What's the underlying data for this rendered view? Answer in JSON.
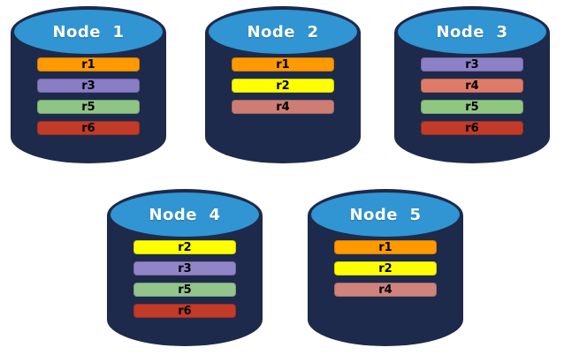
{
  "colors": {
    "background": "#FFFFFF",
    "cylinder_body": "#1D2A4B",
    "cylinder_top": "#3095D2",
    "title_text": "#FFFFFF",
    "replica_text": "#000000"
  },
  "replica_palette": {
    "r1": "#FF9900",
    "r2": "#FFFF00",
    "r3": "#8C7EC6",
    "r4": "#D27D72",
    "r5": "#90C585",
    "r6": "#C23A28"
  },
  "nodes": [
    {
      "name": "Node  1",
      "replicas": [
        {
          "label": "r1",
          "color": "#FF9900"
        },
        {
          "label": "r3",
          "color": "#8A7CC5"
        },
        {
          "label": "r5",
          "color": "#8FC584"
        },
        {
          "label": "r6",
          "color": "#C23A28"
        }
      ]
    },
    {
      "name": "Node  2",
      "replicas": [
        {
          "label": "r1",
          "color": "#FF9900"
        },
        {
          "label": "r2",
          "color": "#FFFF00"
        },
        {
          "label": "r4",
          "color": "#CE7D74"
        }
      ]
    },
    {
      "name": "Node  3",
      "replicas": [
        {
          "label": "r3",
          "color": "#8E80C6"
        },
        {
          "label": "r4",
          "color": "#E07A68"
        },
        {
          "label": "r5",
          "color": "#8FC780"
        },
        {
          "label": "r6",
          "color": "#C23A28"
        }
      ]
    },
    {
      "name": "Node  4",
      "replicas": [
        {
          "label": "r2",
          "color": "#FFFF00"
        },
        {
          "label": "r3",
          "color": "#9184C7"
        },
        {
          "label": "r5",
          "color": "#93C48C"
        },
        {
          "label": "r6",
          "color": "#C23A28"
        }
      ]
    },
    {
      "name": "Node  5",
      "replicas": [
        {
          "label": "r1",
          "color": "#FF9900"
        },
        {
          "label": "r2",
          "color": "#FFFF00"
        },
        {
          "label": "r4",
          "color": "#CF837C"
        }
      ]
    }
  ]
}
